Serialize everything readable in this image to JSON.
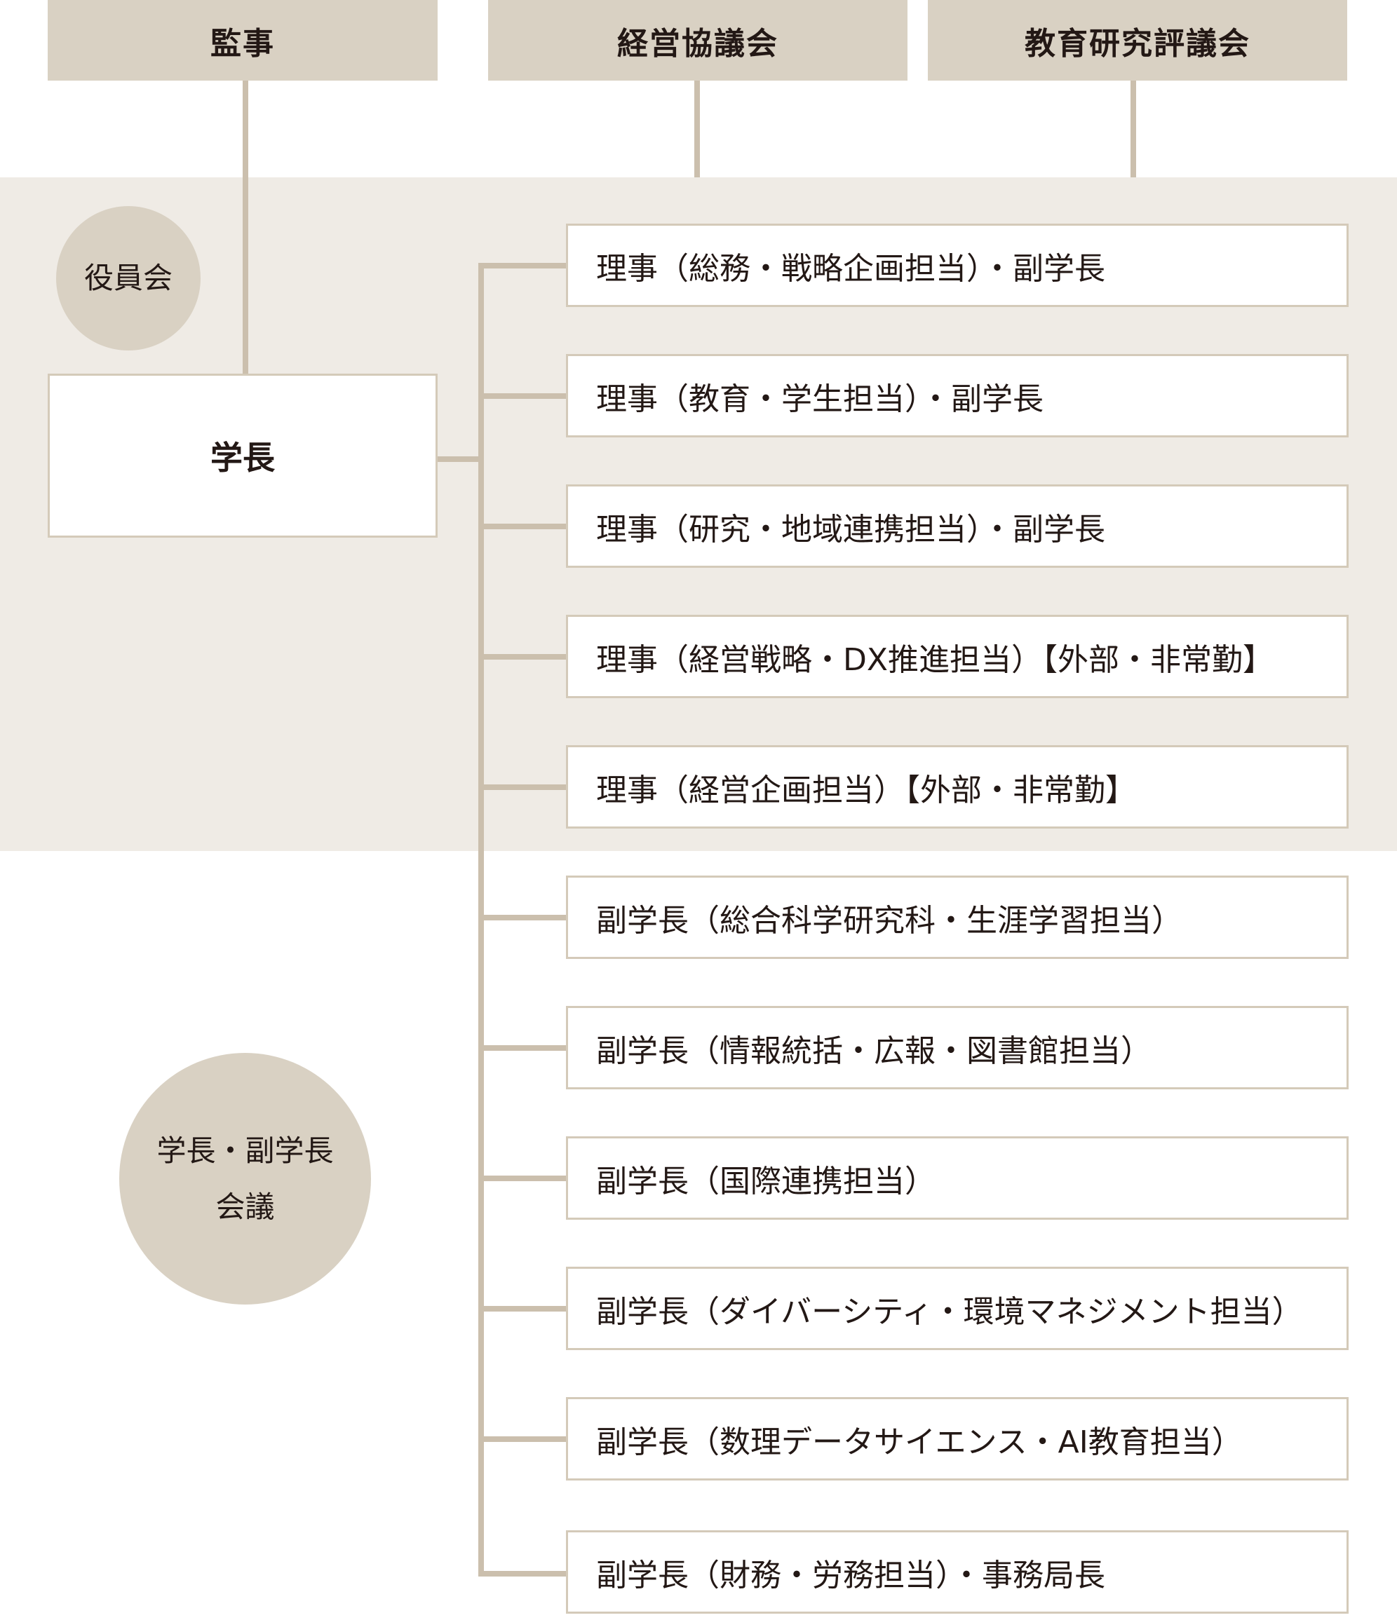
{
  "top_bodies": [
    "監事",
    "経営協議会",
    "教育研究評議会"
  ],
  "board_label": "役員会",
  "president": "学長",
  "council": {
    "line1": "学長・副学長",
    "line2": "会議"
  },
  "roles": [
    "理事（総務・戦略企画担当）・副学長",
    "理事（教育・学生担当）・副学長",
    "理事（研究・地域連携担当）・副学長",
    "理事（経営戦略・DX推進担当）【外部・非常勤】",
    "理事（経営企画担当）【外部・非常勤】",
    "副学長（総合科学研究科・生涯学習担当）",
    "副学長（情報統括・広報・図書館担当）",
    "副学長（国際連携担当）",
    "副学長（ダイバーシティ・環境マネジメント担当）",
    "副学長（数理データサイエンス・AI教育担当）",
    "副学長（財務・労務担当）・事務局長"
  ],
  "colors": {
    "band": "#efebe5",
    "header_fill": "#d9d1c3",
    "connector": "#cbbfad",
    "box_border": "#d4cab9",
    "text": "#231815"
  }
}
